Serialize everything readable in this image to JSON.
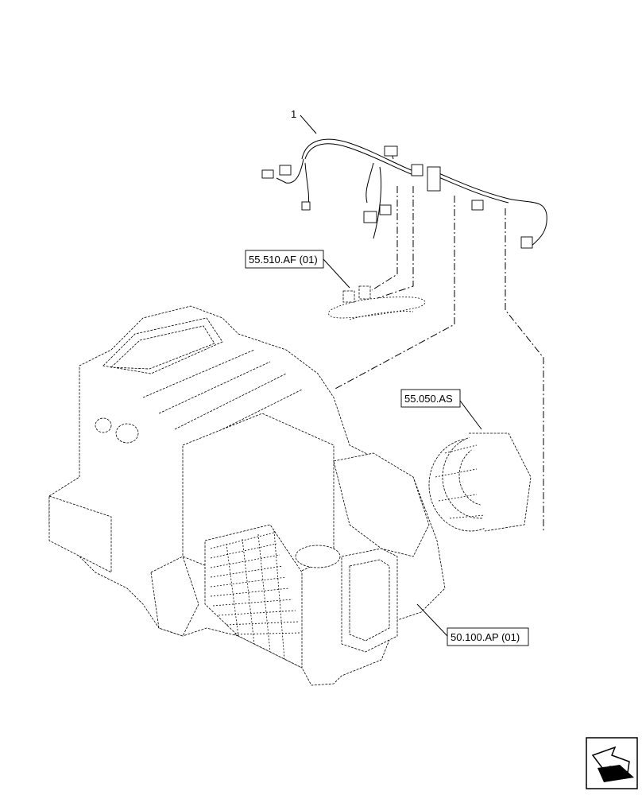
{
  "callouts": {
    "item_1": "1",
    "ref_harness_connector": "55.510.AF (01)",
    "ref_blower": "55.050.AS",
    "ref_hvac_unit": "50.100.AP (01)"
  },
  "icons": {
    "nav_arrow": "next-page-arrow-icon"
  }
}
